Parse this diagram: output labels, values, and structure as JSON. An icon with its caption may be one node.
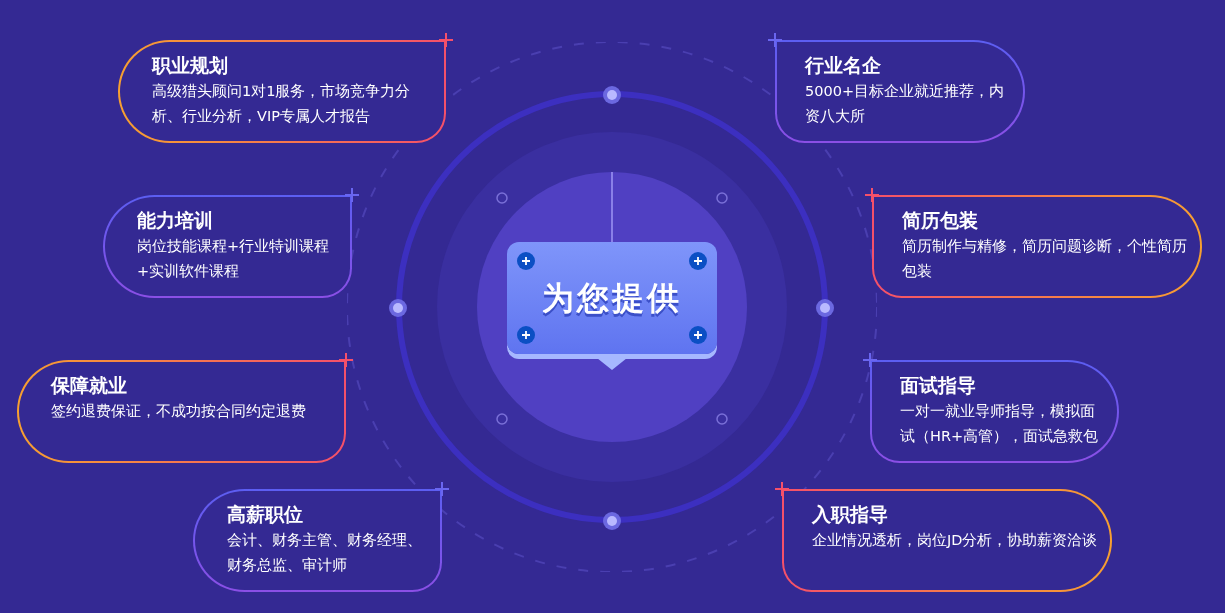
{
  "diagram": {
    "nodes": [
      {
        "text": [
          "为您提供"
        ]
      },
      {
        "text": [
          "职业规划",
          "高级猎头顾问1对1服务，市场竞争力分析、行业分析，VIP专属人才报告"
        ]
      },
      {
        "text": [
          "行业名企",
          "5000+目标企业就近推荐，内资八大所"
        ]
      },
      {
        "text": [
          "能力培训",
          "岗位技能课程+行业特训课程+实训软件课程"
        ]
      },
      {
        "text": [
          "简历包装",
          "简历制作与精修，简历问题诊断，个性简历包装"
        ]
      },
      {
        "text": [
          "保障就业",
          "签约退费保证，不成功按合同约定退费"
        ]
      },
      {
        "text": [
          "面试指导",
          "一对一就业导师指导，模拟面试（HR+高管），面试急救包"
        ]
      },
      {
        "text": [
          "高薪职位",
          "会计、财务主管、财务经理、财务总监、审计师"
        ]
      },
      {
        "text": [
          "入职指导",
          "企业情况透析，岗位JD分析，协助薪资洽谈"
        ]
      }
    ]
  }
}
